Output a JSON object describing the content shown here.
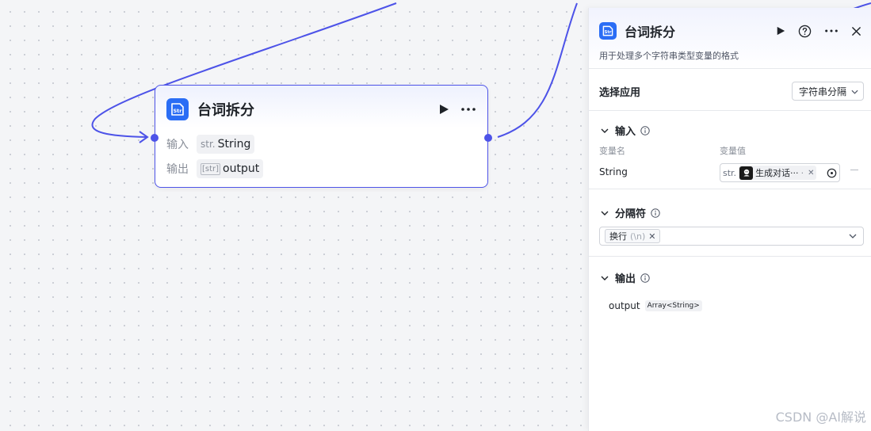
{
  "node": {
    "title": "台词拆分",
    "input_label": "输入",
    "input_type": "str.",
    "input_value": "String",
    "output_label": "输出",
    "output_type": "[str]",
    "output_value": "output"
  },
  "panel": {
    "title": "台词拆分",
    "description": "用于处理多个字符串类型变量的格式",
    "select_app": {
      "label": "选择应用",
      "value": "字符串分隔"
    },
    "input_section": {
      "title": "输入",
      "col_name": "变量名",
      "col_value": "变量值",
      "var_name": "String",
      "var_type": "str.",
      "var_ref": "生成对话···",
      "var_ref_suffix": "·"
    },
    "separator_section": {
      "title": "分隔符",
      "chip_label": "换行",
      "chip_hint": "(\\n)"
    },
    "output_section": {
      "title": "输出",
      "var_name": "output",
      "var_type": "Array<String>"
    }
  },
  "watermark": "CSDN @AI解说",
  "colors": {
    "accent": "#4d53e8",
    "icon_blue": "#2a6df5",
    "canvas_bg": "#f4f5f7"
  },
  "icons": {
    "node_icon": "str-icon",
    "run": "play-icon",
    "more": "ellipsis-icon",
    "help": "question-circle-icon",
    "close": "close-icon",
    "collapse": "chevron-down-icon",
    "info": "info-circle-icon",
    "avatar": "bot-avatar-icon",
    "ref_target": "target-icon"
  }
}
